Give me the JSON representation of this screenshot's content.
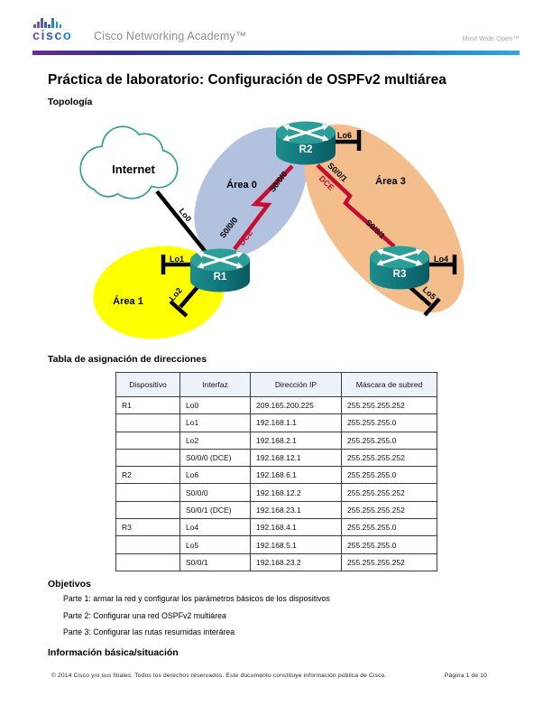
{
  "header": {
    "wordmark": "cisco",
    "brand": "Cisco Networking Academy™",
    "tagline": "Mind Wide Open™"
  },
  "title": "Práctica de laboratorio: Configuración de OSPFv2 multiárea",
  "sections": {
    "topology_heading": "Topología",
    "table_heading": "Tabla de asignación de direcciones",
    "objectives_heading": "Objetivos",
    "background_heading": "Información básica/situación"
  },
  "topology": {
    "internet_label": "Internet",
    "area0_label": "Área 0",
    "area1_label": "Área 1",
    "area3_label": "Área 3",
    "r1_label": "R1",
    "r2_label": "R2",
    "r3_label": "R3",
    "lo0_label": "Lo0",
    "lo1_label": "Lo1",
    "lo2_label": "Lo2",
    "lo4_label": "Lo4",
    "lo5_label": "Lo5",
    "lo6_label": "Lo6",
    "link12_r1_label": "S0/0/0",
    "link12_r1_dce": "DCE",
    "link12_r2_label": "S0/0/0",
    "link23_r2_label": "S0/0/1",
    "link23_r2_dce": "DCE",
    "link23_r3_label": "S0/0/1",
    "colors": {
      "area0": "#B2C1DE",
      "area1": "#FFFF00",
      "area3": "#F4BE8C",
      "serial_link": "#C60C30",
      "router_teal": "#11767C",
      "cloud_outline": "#2E9C94"
    }
  },
  "address_table": {
    "headers": [
      "Dispositivo",
      "Interfaz",
      "Dirección IP",
      "Máscara de subred"
    ],
    "rows": [
      [
        "R1",
        "Lo0",
        "209.165.200.225",
        "255.255.255.252"
      ],
      [
        "",
        "Lo1",
        "192.168.1.1",
        "255.255.255.0"
      ],
      [
        "",
        "Lo2",
        "192.168.2.1",
        "255.255.255.0"
      ],
      [
        "",
        "S0/0/0 (DCE)",
        "192.168.12.1",
        "255.255.255.252"
      ],
      [
        "R2",
        "Lo6",
        "192.168.6.1",
        "255.255.255.0"
      ],
      [
        "",
        "S0/0/0",
        "192.168.12.2",
        "255.255.255.252"
      ],
      [
        "",
        "S0/0/1 (DCE)",
        "192.168.23.1",
        "255.255.255.252"
      ],
      [
        "R3",
        "Lo4",
        "192.168.4.1",
        "255.255.255.0"
      ],
      [
        "",
        "Lo5",
        "192.168.5.1",
        "255.255.255.0"
      ],
      [
        "",
        "S0/0/1",
        "192.168.23.2",
        "255.255.255.252"
      ]
    ]
  },
  "objectives": [
    "Parte 1: armar la red y configurar los parámetros básicos de los dispositivos",
    "Parte 2: Configurar una red OSPFv2 multiárea",
    "Parte 3: Configurar las rutas resumidas interárea"
  ],
  "footer": {
    "copyright": "© 2014 Cisco y/o sus filiales. Todos los derechos reservados. Este documento constituye información pública de Cisco.",
    "page": "Página 1 de 10"
  }
}
